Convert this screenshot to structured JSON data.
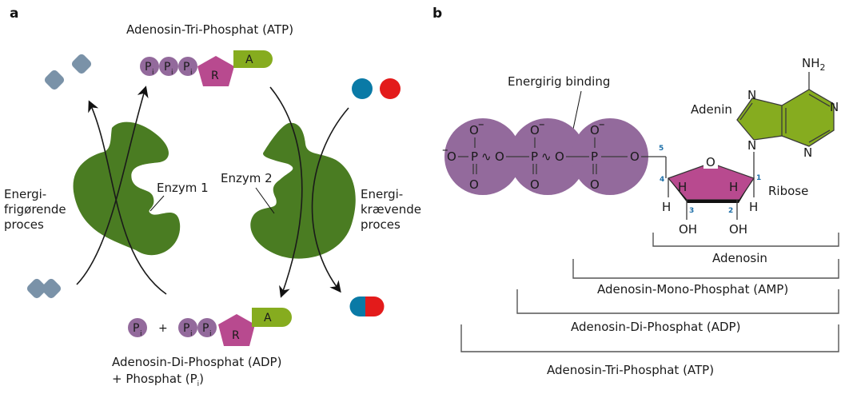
{
  "colors": {
    "phosphate": "#936a9c",
    "ribose": "#b84a8f",
    "adenine": "#86ac1f",
    "enzyme": "#4a7c22",
    "substrate_grey": "#7a92a8",
    "blue": "#0a7aa6",
    "red": "#e31b1b"
  },
  "panel_a": {
    "label": "a",
    "atp_title": "Adenosin-Tri-Phosphat (ATP)",
    "adp_title_line1": "Adenosin-Di-Phosphat (ADP)",
    "adp_title_line2": "+ Phosphat (P",
    "adp_title_sub": "i",
    "adp_title_end": ")",
    "pi_letter": "P",
    "pi_sub": "i",
    "ribose_letter": "R",
    "adenine_letter": "A",
    "plus": "+",
    "enzyme1": "Enzym 1",
    "enzyme2": "Enzym 2",
    "left_process": [
      "Energi-",
      "frigørende",
      "proces"
    ],
    "right_process": [
      "Energi-",
      "krævende",
      "proces"
    ]
  },
  "panel_b": {
    "label": "b",
    "energy_bond": "Energirig binding",
    "adenine": "Adenin",
    "ribose": "Ribose",
    "nh2": "NH",
    "nh2_sub": "2",
    "atoms": {
      "O": "O",
      "P": "P",
      "N": "N",
      "H": "H",
      "OH": "OH",
      "minus": "–",
      "tilde": "∿"
    },
    "carbon_numbers": [
      "1",
      "2",
      "3",
      "4",
      "5"
    ],
    "brackets": [
      "Adenosin",
      "Adenosin-Mono-Phosphat (AMP)",
      "Adenosin-Di-Phosphat (ADP)",
      "Adenosin-Tri-Phosphat (ATP)"
    ]
  }
}
